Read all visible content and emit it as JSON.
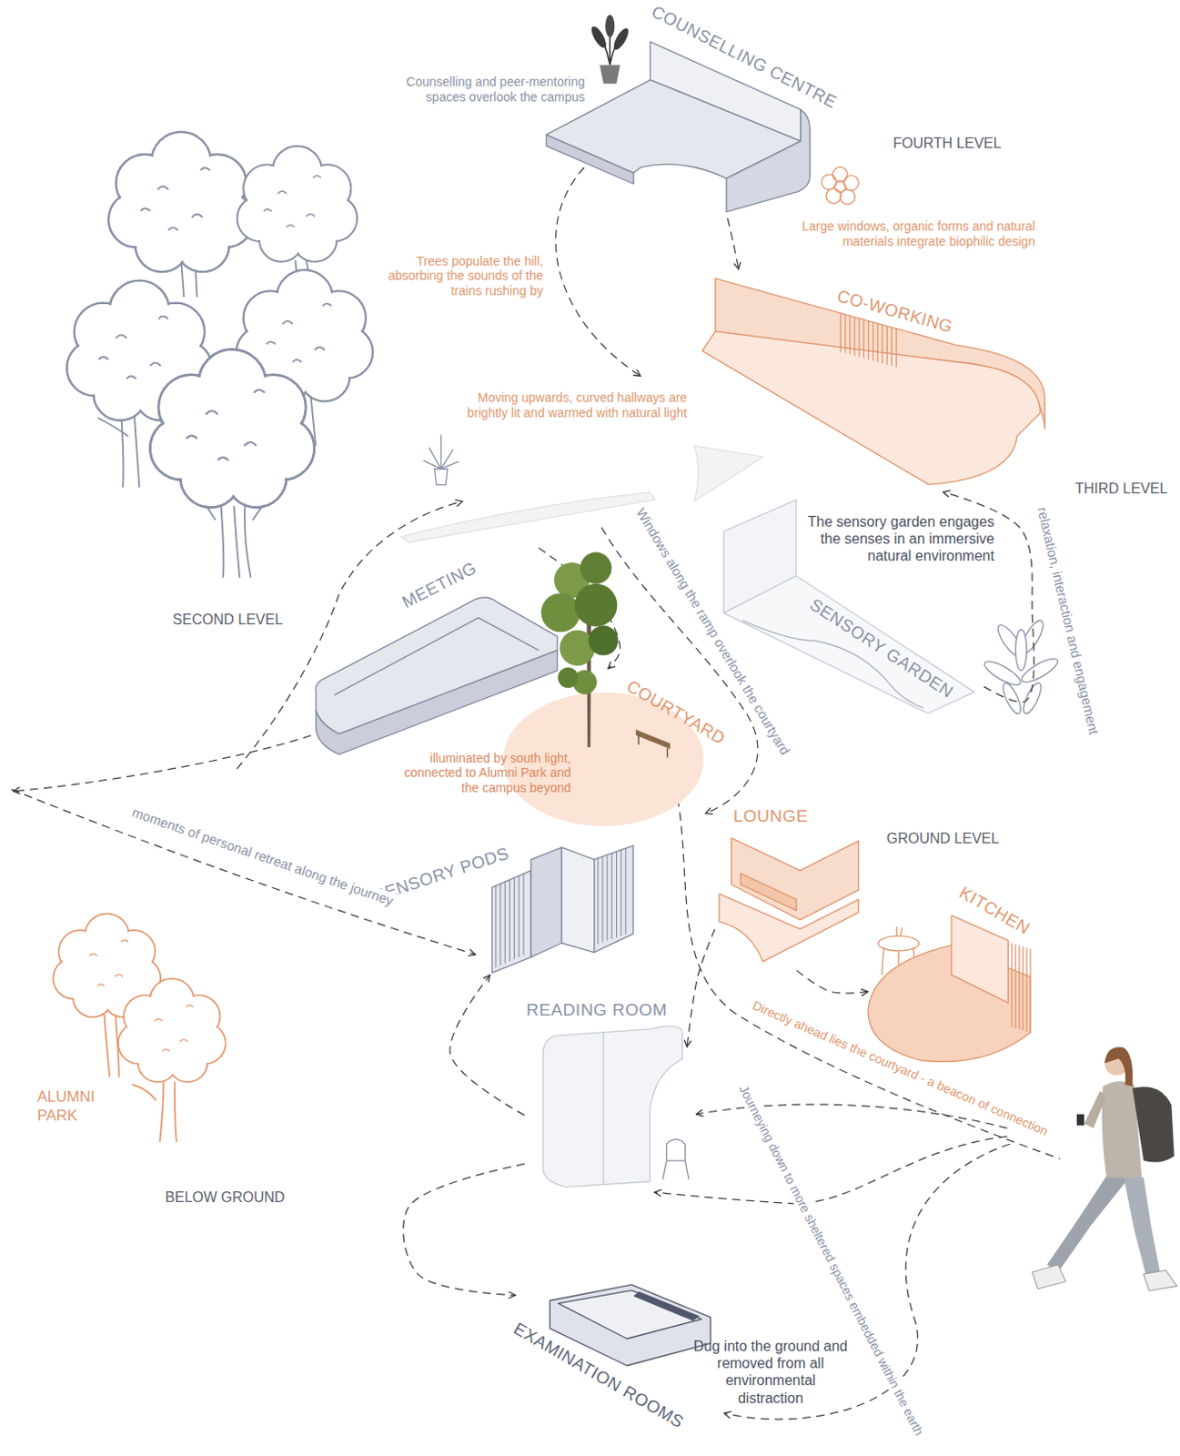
{
  "diagram": {
    "nodes": [
      {
        "text": [
          "COUNSELLING CENTRE"
        ]
      },
      {
        "text": [
          "CO-WORKING"
        ]
      },
      {
        "text": [
          "SENSORY GARDEN"
        ]
      },
      {
        "text": [
          "MEETING"
        ]
      },
      {
        "text": [
          "COURTYARD"
        ]
      },
      {
        "text": [
          "LOUNGE"
        ]
      },
      {
        "text": [
          "KITCHEN"
        ]
      },
      {
        "text": [
          "SENSORY PODS"
        ]
      },
      {
        "text": [
          "READING ROOM"
        ]
      },
      {
        "text": [
          "EXAMINATION ROOMS"
        ]
      }
    ],
    "edges": [
      {
        "from": 0,
        "to": 1,
        "arrow": "to"
      },
      {
        "from": 2,
        "to": 1,
        "label": "relaxation, interaction and engagement",
        "arrow": "to"
      },
      {
        "from": 3,
        "to": 4,
        "arrow": "to"
      },
      {
        "from": 5,
        "to": 6,
        "arrow": "to"
      },
      {
        "from": 8,
        "to": 7,
        "arrow": "to"
      },
      {
        "from": 8,
        "to": 9,
        "arrow": "to"
      },
      {
        "from": 5,
        "to": 8,
        "arrow": "to"
      }
    ],
    "labels": [
      "FOURTH LEVEL",
      "THIRD LEVEL",
      "SECOND LEVEL",
      "GROUND LEVEL",
      "BELOW GROUND",
      "Counselling and peer-mentoring spaces overlook the campus",
      "Large windows, organic forms and natural materials integrate biophilic design",
      "Trees populate the hill, absorbing the sounds of the trains rushing by",
      "Moving upwards, curved hallways are brightly lit and warmed with natural light",
      "The sensory garden engages the senses in an immersive natural environment",
      "Windows along the ramp overlook the courtyard",
      "illuminated by south light, connected to Alumni Park and the campus beyond",
      "moments of personal retreat along the journey",
      "Directly ahead lies the courtyard - a beacon of connection",
      "Journeying down to more sheltered spaces embedded within the earth",
      "ALUMNI PARK",
      "Dug into the ground and removed from all environmental distraction"
    ]
  }
}
